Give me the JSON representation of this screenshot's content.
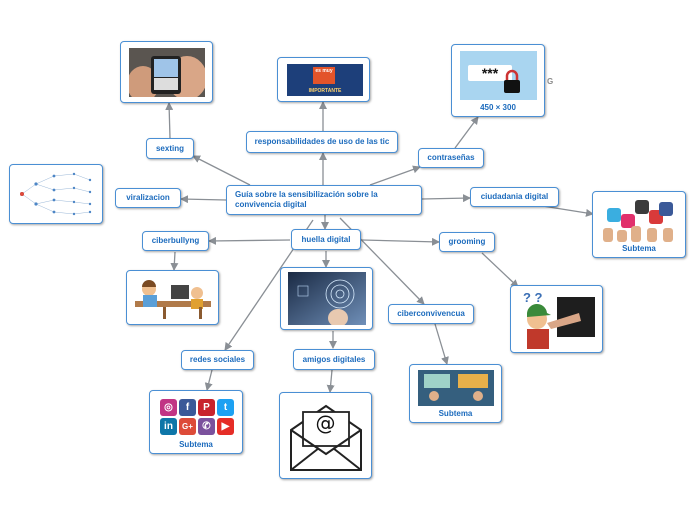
{
  "central": {
    "label": "Guía sobre la sensibilización sobre la convivencia digital"
  },
  "topics": {
    "sexting": "sexting",
    "responsabilidades": "responsabilidades de uso de las tic",
    "contrasenas": "contraseñas",
    "viralizacion": "viralizacion",
    "ciudadania": "ciudadania digital",
    "ciberbullyng": "ciberbullyng",
    "huella": "huella digital",
    "grooming": "grooming",
    "ciberconvivencua": "ciberconvivencua",
    "redes": "redes sociales",
    "amigos": "amigos digitales"
  },
  "images": {
    "password_caption": "450 × 300",
    "password_mask": "***",
    "important_top": "es muy",
    "important_label": "IMPORTANTE",
    "redes_caption": "Subtema",
    "ciudadania_caption": "Subtema",
    "ciberconvivencua_caption": "Subtema",
    "email_symbol": "@",
    "question_marks": "?  ?",
    "google_mark": "G"
  },
  "colors": {
    "accent": "#1c6bbd",
    "border": "#4a8fd4",
    "edge": "#8a8f95"
  }
}
